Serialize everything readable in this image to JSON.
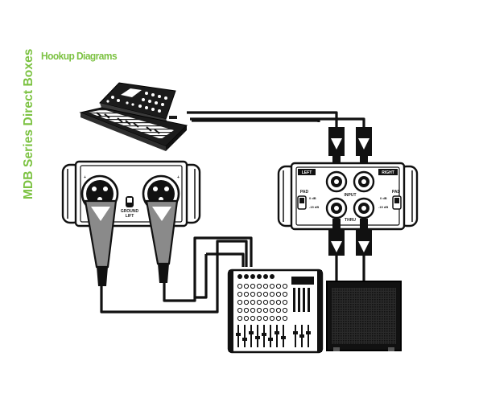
{
  "side_title": "MDB Series Direct Boxes",
  "header": "Hookup Diagrams",
  "passive_box": {
    "ground_lift_line1": "GROUND",
    "ground_lift_line2": "LIFT"
  },
  "stereo_box": {
    "left": "LEFT",
    "right": "RIGHT",
    "input": "INPUT",
    "thru": "THRU",
    "pad": "PAD",
    "pad_0db": "0 dB",
    "pad_15db": "-15 dB"
  },
  "colors": {
    "accent_green": "#7cc242",
    "cable": "#111111",
    "mic_body": "#8a8a8a"
  },
  "icons": [
    "synthesizer-icon",
    "passive-di-box-icon",
    "stereo-di-box-icon",
    "microphone-icon",
    "mixer-icon",
    "speaker-icon",
    "xlr-connector-icon",
    "quarter-inch-plug-icon"
  ]
}
